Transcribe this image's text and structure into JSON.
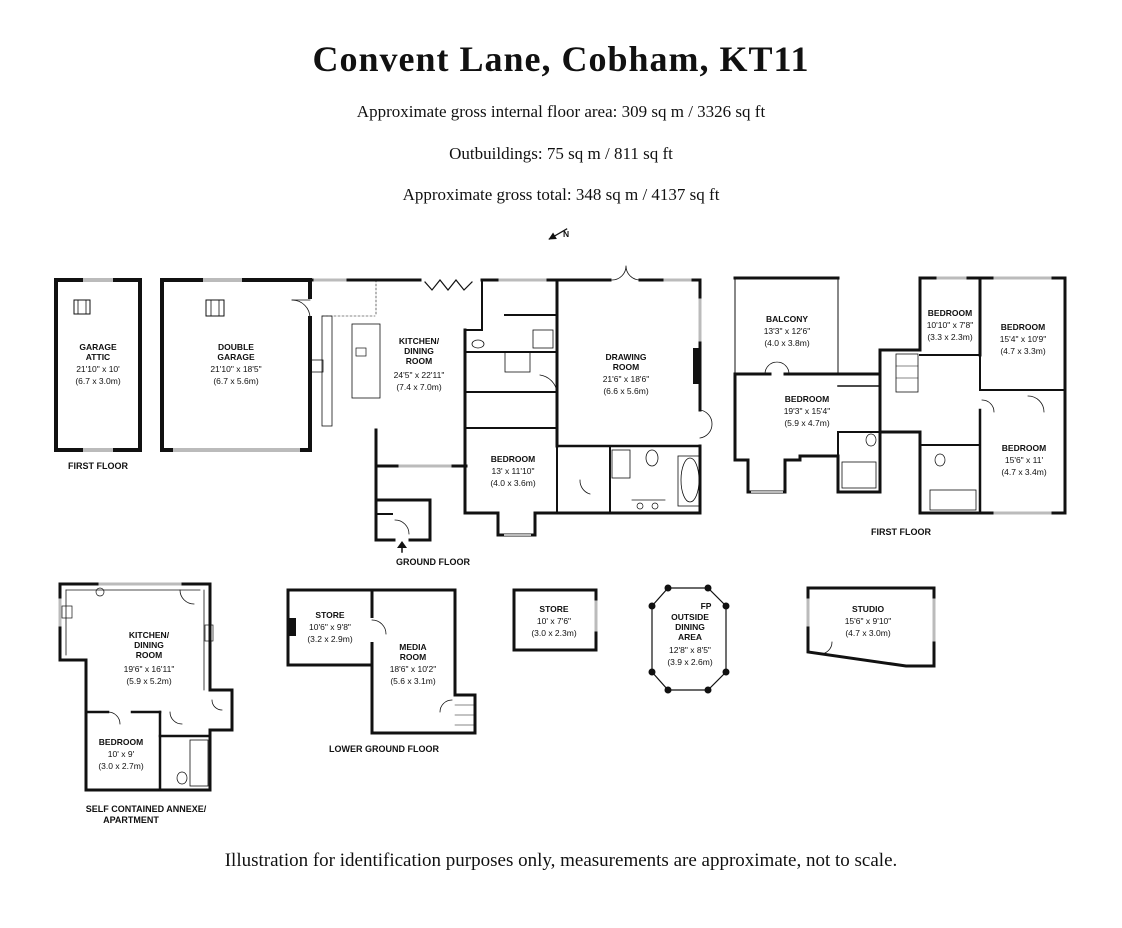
{
  "title": "Convent Lane, Cobham, KT11",
  "areas": {
    "internal": "Approximate gross internal floor area: 309 sq m /  3326 sq ft",
    "outbuildings": "Outbuildings: 75 sq m /  811 sq ft",
    "total": "Approximate gross total: 348 sq m /  4137 sq ft"
  },
  "compass": {
    "label": "N"
  },
  "floors": {
    "first_floor_outbuilding": "FIRST FLOOR",
    "ground": "GROUND FLOOR",
    "first": "FIRST FLOOR",
    "annexe": "SELF CONTAINED ANNEXE/",
    "annexe2": "APARTMENT",
    "lower_ground": "LOWER GROUND FLOOR"
  },
  "rooms": {
    "garage_attic": {
      "name1": "GARAGE",
      "name2": "ATTIC",
      "dim": "21'10\" x 10'",
      "metric": "(6.7 x 3.0m)"
    },
    "double_garage": {
      "name1": "DOUBLE",
      "name2": "GARAGE",
      "dim": "21'10\" x 18'5\"",
      "metric": "(6.7 x 5.6m)"
    },
    "kitchen_dining": {
      "name1": "KITCHEN/",
      "name2": "DINING",
      "name3": "ROOM",
      "dim": "24'5\" x 22'11\"",
      "metric": "(7.4 x 7.0m)"
    },
    "drawing_room": {
      "name1": "DRAWING",
      "name2": "ROOM",
      "dim": "21'6\" x 18'6\"",
      "metric": "(6.6 x 5.6m)"
    },
    "ground_bedroom": {
      "name1": "BEDROOM",
      "dim": "13' x 11'10\"",
      "metric": "(4.0 x 3.6m)"
    },
    "balcony": {
      "name1": "BALCONY",
      "dim": "13'3\" x 12'6\"",
      "metric": "(4.0 x 3.8m)"
    },
    "first_bedroom_main": {
      "name1": "BEDROOM",
      "dim": "19'3\" x 15'4\"",
      "metric": "(5.9 x 4.7m)"
    },
    "first_bedroom_small": {
      "name1": "BEDROOM",
      "dim": "10'10\" x 7'8\"",
      "metric": "(3.3 x 2.3m)"
    },
    "first_bedroom_right": {
      "name1": "BEDROOM",
      "dim": "15'4\" x 10'9\"",
      "metric": "(4.7 x 3.3m)"
    },
    "first_bedroom_lower": {
      "name1": "BEDROOM",
      "dim": "15'6\" x 11'",
      "metric": "(4.7 x 3.4m)"
    },
    "annexe_kitchen": {
      "name1": "KITCHEN/",
      "name2": "DINING",
      "name3": "ROOM",
      "dim": "19'6\" x 16'11\"",
      "metric": "(5.9 x 5.2m)"
    },
    "annexe_bedroom": {
      "name1": "BEDROOM",
      "dim": "10' x 9'",
      "metric": "(3.0 x 2.7m)"
    },
    "lg_store": {
      "name1": "STORE",
      "dim": "10'6\" x 9'8\"",
      "metric": "(3.2 x 2.9m)"
    },
    "media_room": {
      "name1": "MEDIA",
      "name2": "ROOM",
      "dim": "18'6\" x 10'2\"",
      "metric": "(5.6 x 3.1m)"
    },
    "store": {
      "name1": "STORE",
      "dim": "10' x 7'6\"",
      "metric": "(3.0 x 2.3m)"
    },
    "outside_dining": {
      "fp": "FP",
      "name1": "OUTSIDE",
      "name2": "DINING",
      "name3": "AREA",
      "dim": "12'8\" x 8'5\"",
      "metric": "(3.9 x 2.6m)"
    },
    "studio": {
      "name1": "STUDIO",
      "dim": "15'6\" x 9'10\"",
      "metric": "(4.7 x 3.0m)"
    }
  },
  "disclaimer": "Illustration for identification purposes only, measurements are approximate, not to scale."
}
